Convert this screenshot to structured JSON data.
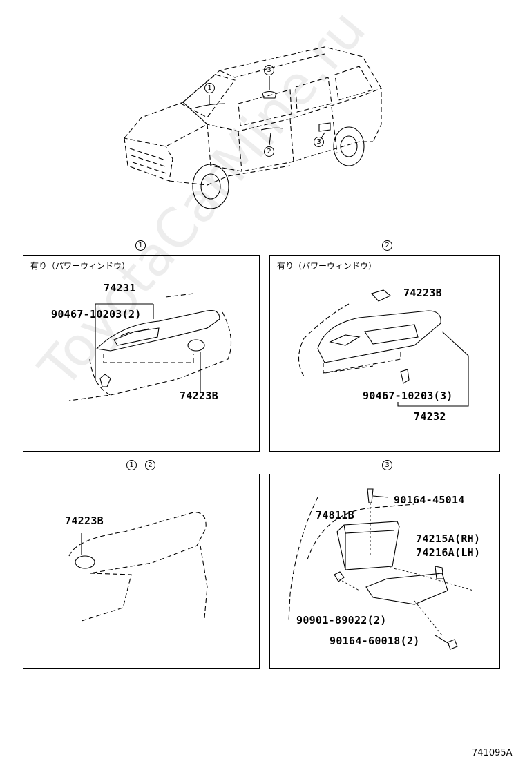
{
  "figure_id": "741095A",
  "watermark": "ToyotaCarMine.ru",
  "vehicle_callouts": [
    "1",
    "2",
    "3",
    "3"
  ],
  "panel1": {
    "callout": "1",
    "condition": "有り（パワーウィンドウ）",
    "parts": {
      "trim": "74231",
      "clip": "90467-10203(2)",
      "cover": "74223B"
    }
  },
  "panel2": {
    "callout": "2",
    "condition": "有り（パワーウィンドウ）",
    "parts": {
      "cover": "74223B",
      "clip": "90467-10203(3)",
      "trim": "74232"
    }
  },
  "panel3": {
    "callouts": [
      "1",
      "2"
    ],
    "parts": {
      "cover": "74223B"
    }
  },
  "panel4": {
    "callout": "3",
    "parts": {
      "screw": "90164-45014",
      "pocket": "74811B",
      "bracket_rh": "74215A(RH)",
      "bracket_lh": "74216A(LH)",
      "nut": "90901-89022(2)",
      "bolt": "90164-60018(2)"
    }
  }
}
